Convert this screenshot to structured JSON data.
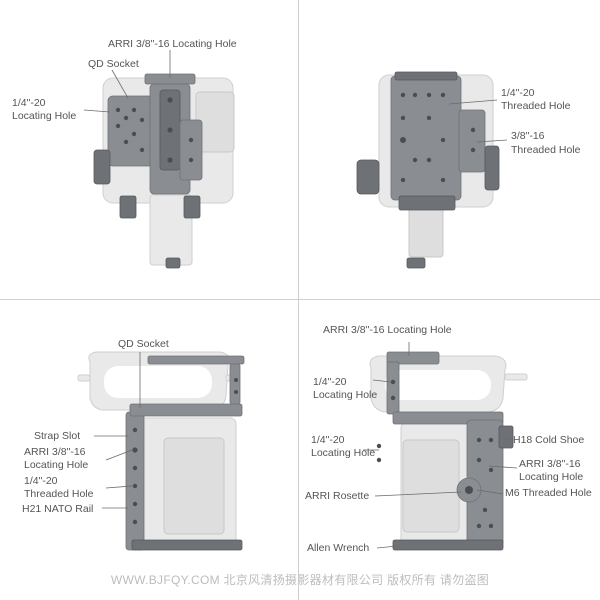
{
  "quadrants": {
    "top_left": {
      "labels": {
        "arri_hole": "ARRI 3/8\"-16 Locating Hole",
        "qd_socket": "QD Socket",
        "quarter_locating_line1": "1/4\"-20",
        "quarter_locating_line2": "Locating Hole"
      }
    },
    "top_right": {
      "labels": {
        "quarter_threaded_line1": "1/4\"-20",
        "quarter_threaded_line2": "Threaded Hole",
        "three8_threaded_line1": "3/8\"-16",
        "three8_threaded_line2": "Threaded Hole"
      }
    },
    "bottom_left": {
      "labels": {
        "qd_socket": "QD Socket",
        "strap_slot": "Strap Slot",
        "arri_line1": "ARRI 3/8\"-16",
        "arri_line2": "Locating Hole",
        "quarter_line1": "1/4\"-20",
        "quarter_line2": "Threaded Hole",
        "nato_rail": "H21 NATO Rail"
      }
    },
    "bottom_right": {
      "labels": {
        "arri_top": "ARRI 3/8\"-16 Locating Hole",
        "quarter_a_line1": "1/4\"-20",
        "quarter_a_line2": "Locating Hole",
        "quarter_b_line1": "1/4\"-20",
        "quarter_b_line2": "Locating Hole",
        "cold_shoe": "H18 Cold Shoe",
        "arri_right_line1": "ARRI 3/8\"-16",
        "arri_right_line2": "Locating Hole",
        "arri_rosette": "ARRI Rosette",
        "m6_threaded": "M6 Threaded Hole",
        "allen_wrench": "Allen Wrench"
      }
    }
  },
  "watermark": "WWW.BJFQY.COM 北京风清扬摄影器材有限公司 版权所有 请勿盗图"
}
